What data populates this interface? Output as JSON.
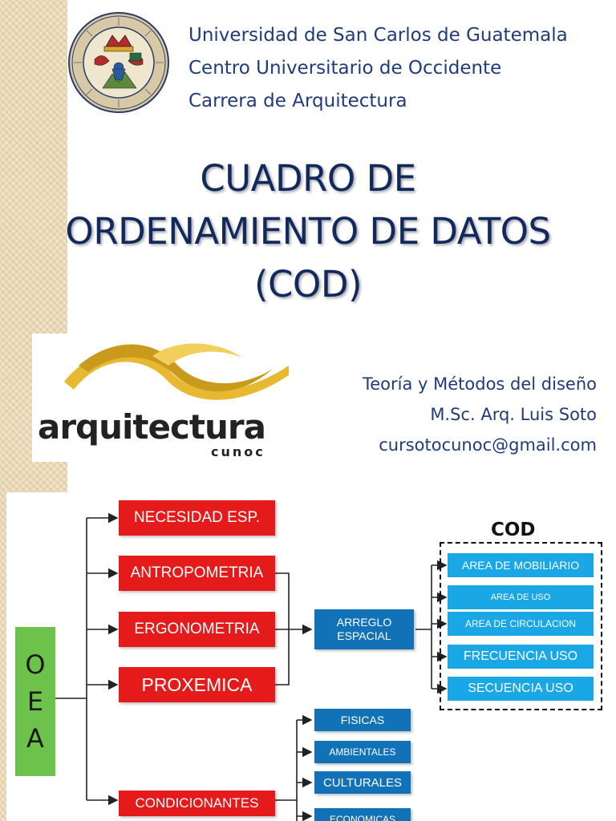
{
  "header": {
    "lines": [
      "Universidad de San Carlos de Guatemala",
      "Centro Universitario de Occidente",
      "Carrera de Arquitectura"
    ]
  },
  "title": {
    "lines": [
      "CUADRO DE",
      "ORDENAMIENTO DE DATOS",
      "(COD)"
    ]
  },
  "logo": {
    "word": "arquitectura",
    "sub": "cunoc"
  },
  "course": {
    "lines": [
      "Teoría y Métodos del diseño",
      "M.Sc. Arq. Luis Soto",
      "cursotocunoc@gmail.com"
    ]
  },
  "diagram": {
    "root": [
      "O",
      "E",
      "A"
    ],
    "red_boxes": [
      "NECESIDAD ESP.",
      "ANTROPOMETRIA",
      "ERGONOMETRIA",
      "PROXEMICA",
      "CONDICIONANTES"
    ],
    "arreglo": "ARREGLO ESPACIAL",
    "cod_label": "COD",
    "cod_items": [
      "AREA DE MOBILIARIO",
      "AREA DE USO",
      "AREA DE CIRCULACION",
      "FRECUENCIA USO",
      "SECUENCIA USO"
    ],
    "condicionantes": [
      "FISICAS",
      "AMBIENTALES",
      "CULTURALES",
      "ECONOMICAS"
    ]
  },
  "colors": {
    "title": "#12295e",
    "text": "#1f3c78",
    "red_box": "#e51b1b",
    "blue_box": "#1272b8",
    "cyan_box": "#1aa7e6",
    "green_box": "#6cc24a",
    "logo_gold": "#e8b830"
  }
}
